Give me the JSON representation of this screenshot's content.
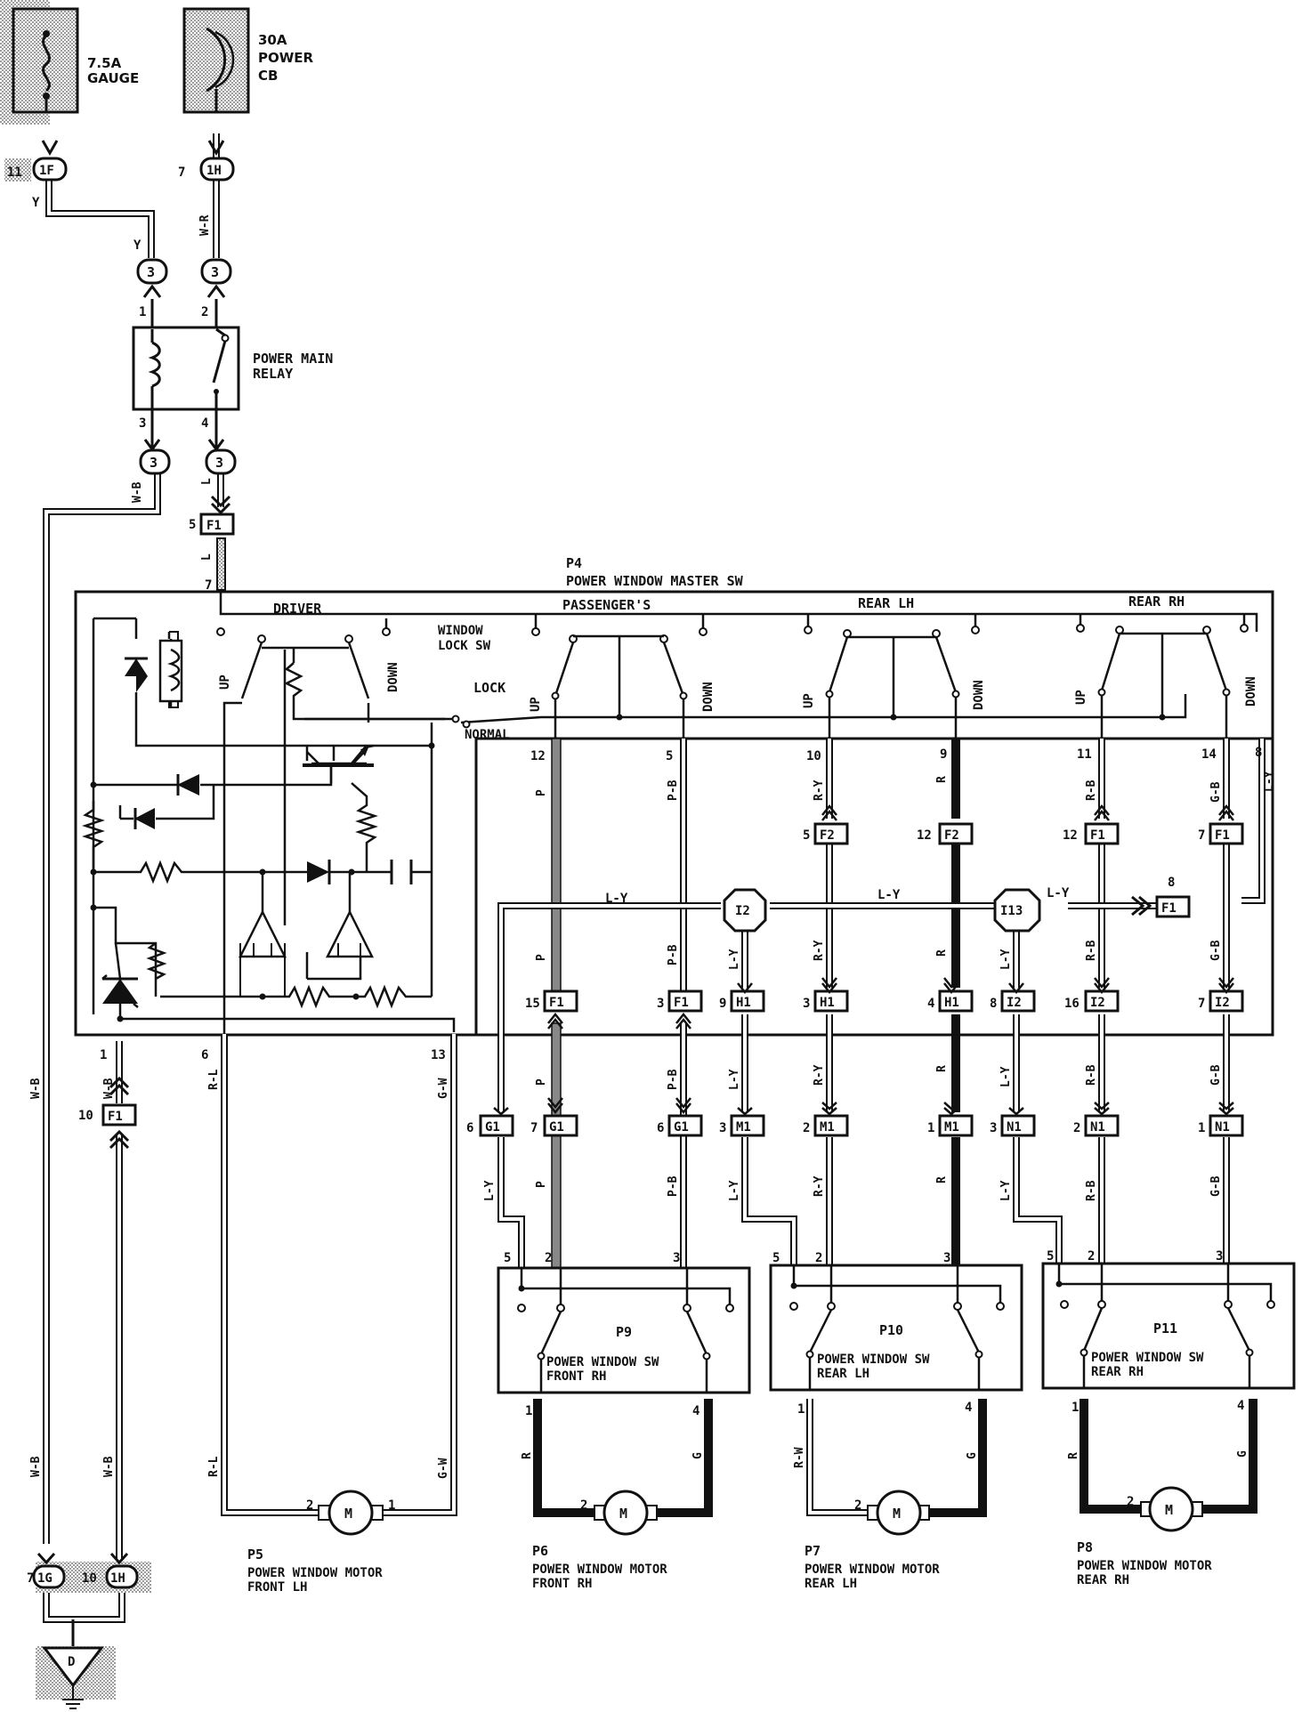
{
  "fuses": {
    "gauge": {
      "rating": "7.5A",
      "name": "GAUGE"
    },
    "power": {
      "rating": "30A",
      "name": "POWER",
      "type": "CB"
    }
  },
  "connectors": {
    "c1f": "1F",
    "c1h": "1H",
    "c3": "3",
    "f1": "F1",
    "f2": "F2",
    "g1": "G1",
    "h1": "H1",
    "m1": "M1",
    "n1": "N1",
    "i2": "I2",
    "i13": "I13",
    "c1g": "1G",
    "ground": "D"
  },
  "relay": {
    "line1": "POWER MAIN",
    "line2": "RELAY"
  },
  "master_switch": {
    "id": "P4",
    "name": "POWER WINDOW MASTER SW",
    "sections": [
      "DRIVER",
      "PASSENGER'S",
      "REAR LH",
      "REAR RH"
    ],
    "lock_sw": [
      "WINDOW",
      "LOCK SW"
    ],
    "lock": "LOCK",
    "normal": "NORMAL",
    "up": "UP",
    "down": "DOWN"
  },
  "wire_colors": {
    "y": "Y",
    "w_r": "W-R",
    "w_b": "W-B",
    "l": "L",
    "l_y": "L-Y",
    "p": "P",
    "p_b": "P-B",
    "r_y": "R-Y",
    "r": "R",
    "r_b": "R-B",
    "g_b": "G-B",
    "r_l": "R-L",
    "g_w": "G-W",
    "g": "G",
    "r_w": "R-W"
  },
  "switches": [
    {
      "id": "P9",
      "line1": "POWER WINDOW SW",
      "line2": "FRONT RH"
    },
    {
      "id": "P10",
      "line1": "POWER WINDOW SW",
      "line2": "REAR LH"
    },
    {
      "id": "P11",
      "line1": "POWER WINDOW SW",
      "line2": "REAR RH"
    }
  ],
  "motors": [
    {
      "id": "P5",
      "line1": "POWER WINDOW MOTOR",
      "line2": "FRONT LH"
    },
    {
      "id": "P6",
      "line1": "POWER WINDOW MOTOR",
      "line2": "FRONT RH"
    },
    {
      "id": "P7",
      "line1": "POWER WINDOW MOTOR",
      "line2": "REAR LH"
    },
    {
      "id": "P8",
      "line1": "POWER WINDOW MOTOR",
      "line2": "REAR RH"
    }
  ],
  "motor_symbol": "M",
  "pins": {
    "n1": "1",
    "n2": "2",
    "n3": "3",
    "n4": "4",
    "n5": "5",
    "n6": "6",
    "n7": "7",
    "n8": "8",
    "n9": "9",
    "n10": "10",
    "n11": "11",
    "n12": "12",
    "n13": "13",
    "n14": "14",
    "n15": "15",
    "n16": "16"
  }
}
